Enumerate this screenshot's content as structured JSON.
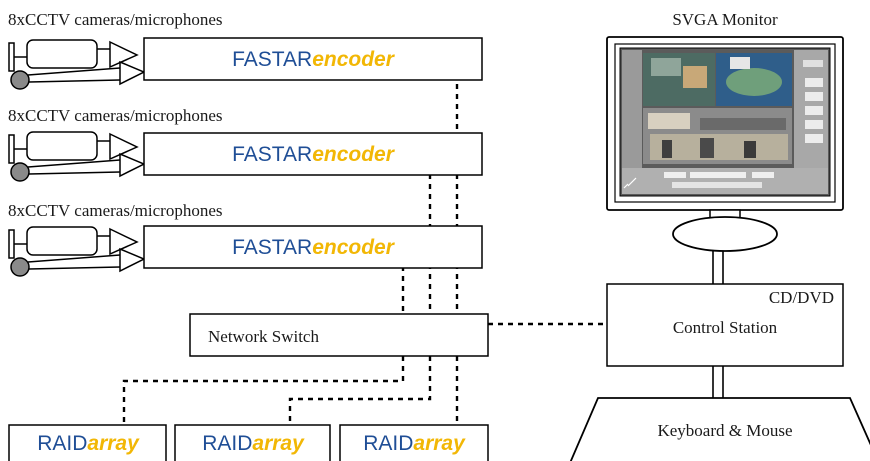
{
  "colors": {
    "brand_blue": "#1f4e96",
    "brand_yellow": "#f2b705",
    "line": "#000000",
    "box_fill": "#ffffff"
  },
  "camera_groups": [
    {
      "label": "8xCCTV cameras/microphones",
      "encoder_main": "FASTAR",
      "encoder_sub": "encoder"
    },
    {
      "label": "8xCCTV cameras/microphones",
      "encoder_main": "FASTAR",
      "encoder_sub": "encoder"
    },
    {
      "label": "8xCCTV cameras/microphones",
      "encoder_main": "FASTAR",
      "encoder_sub": "encoder"
    }
  ],
  "network_switch": {
    "label": "Network Switch"
  },
  "raid_arrays": [
    {
      "main": "RAID",
      "sub": "array"
    },
    {
      "main": "RAID",
      "sub": "array"
    },
    {
      "main": "RAID",
      "sub": "array"
    }
  ],
  "monitor": {
    "label": "SVGA Monitor"
  },
  "control_station": {
    "drive_label": "CD/DVD",
    "label": "Control Station"
  },
  "keyboard": {
    "label": "Keyboard & Mouse"
  },
  "icons": {
    "camera": "cctv-camera-icon",
    "microphone": "microphone-icon",
    "monitor": "crt-monitor-icon",
    "keyboard": "keyboard-icon"
  }
}
